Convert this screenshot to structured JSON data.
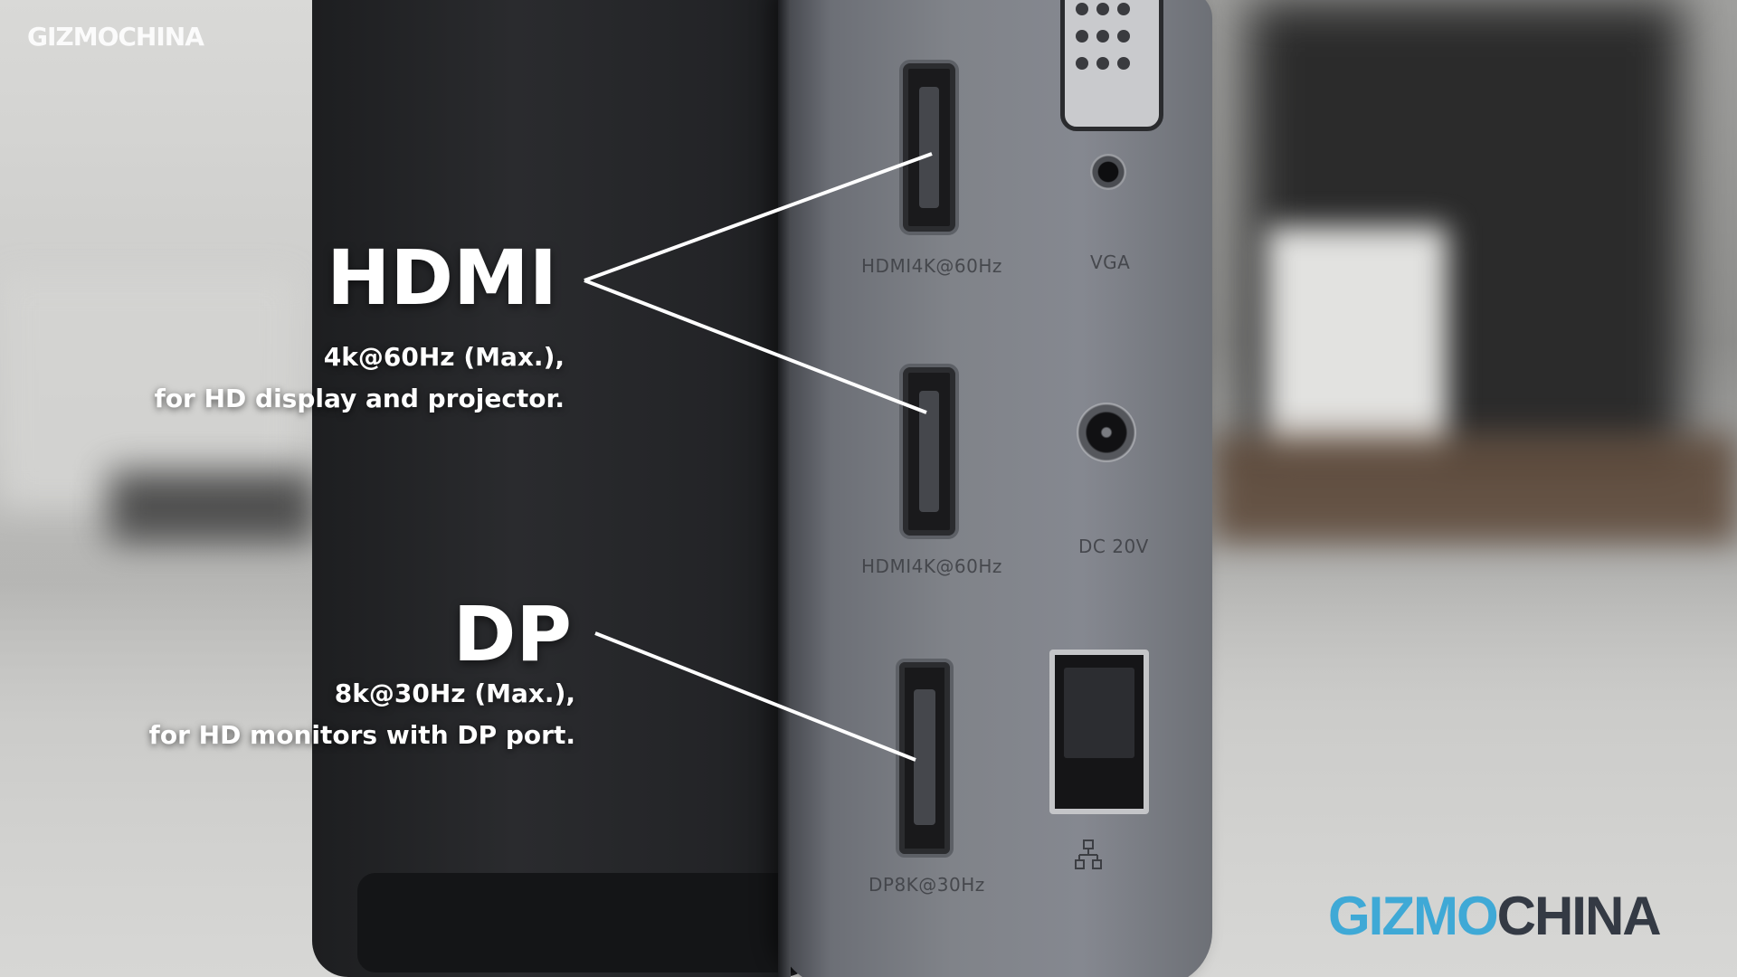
{
  "watermark": {
    "top_text": "GIZMOCHINA",
    "bottom_part1": "GIZMO",
    "bottom_part2": "CHINA",
    "colors": {
      "gizmo": "#3fa9d6",
      "china": "#343a44"
    }
  },
  "annotations": {
    "hdmi": {
      "title": "HDMI",
      "line1": "4k@60Hz (Max.),",
      "line2": "for HD display and projector."
    },
    "dp": {
      "title": "DP",
      "line1": "8k@30Hz (Max.),",
      "line2": "for HD monitors with DP port."
    }
  },
  "port_labels": {
    "hdmi_top": "HDMI4K@60Hz",
    "vga": "VGA",
    "hdmi_bottom": "HDMI4K@60Hz",
    "dc": "DC 20V",
    "dp": "DP8K@30Hz"
  },
  "icons": [
    "network-icon"
  ]
}
